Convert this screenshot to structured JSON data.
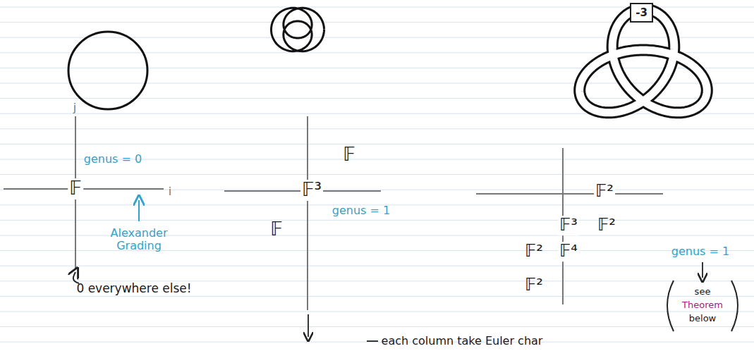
{
  "diagram": {
    "nodes": [
      {
        "text": [
          "-3"
        ]
      }
    ],
    "labels": [
      "j",
      "genus = 0",
      "i",
      "𝔽",
      "Alexander Grading",
      "0 everywhere else!",
      "𝔽",
      "𝔽³",
      "genus = 1",
      "𝔽",
      "each column take Euler char",
      "𝔽²",
      "𝔽³",
      "𝔽²",
      "𝔽²",
      "𝔽⁴",
      "genus = 1",
      "𝔽²",
      "see",
      "Theorem",
      "below"
    ]
  }
}
